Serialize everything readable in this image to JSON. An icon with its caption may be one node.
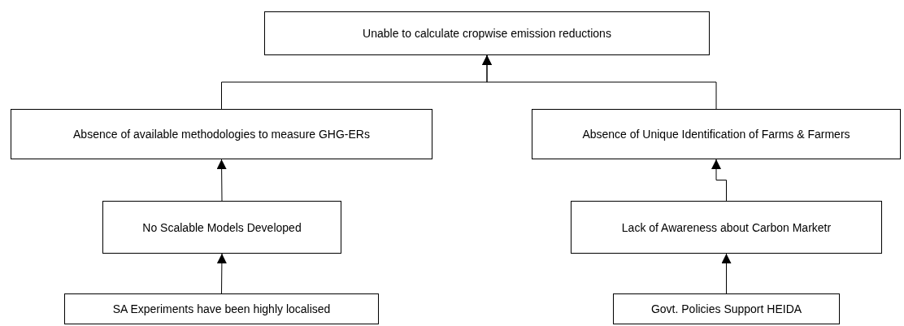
{
  "diagram": {
    "nodes": [
      {
        "text": [
          "Unable to calculate cropwise emission reductions"
        ]
      },
      {
        "text": [
          "Absence of available methodologies to measure GHG-ERs"
        ]
      },
      {
        "text": [
          "Absence of Unique Identification of Farms & Farmers"
        ]
      },
      {
        "text": [
          "No Scalable Models Developed"
        ]
      },
      {
        "text": [
          "Lack of Awareness about Carbon Marketr"
        ]
      },
      {
        "text": [
          "SA Experiments have been highly localised"
        ]
      },
      {
        "text": [
          "Govt. Policies Support HEIDA"
        ]
      }
    ],
    "edges": [
      {
        "from": 1,
        "to": 0,
        "arrow": "to"
      },
      {
        "from": 2,
        "to": 0,
        "arrow": "to"
      },
      {
        "from": 3,
        "to": 1,
        "arrow": "to"
      },
      {
        "from": 4,
        "to": 2,
        "arrow": "to"
      },
      {
        "from": 5,
        "to": 3,
        "arrow": "to"
      },
      {
        "from": 6,
        "to": 4,
        "arrow": "to"
      }
    ]
  }
}
